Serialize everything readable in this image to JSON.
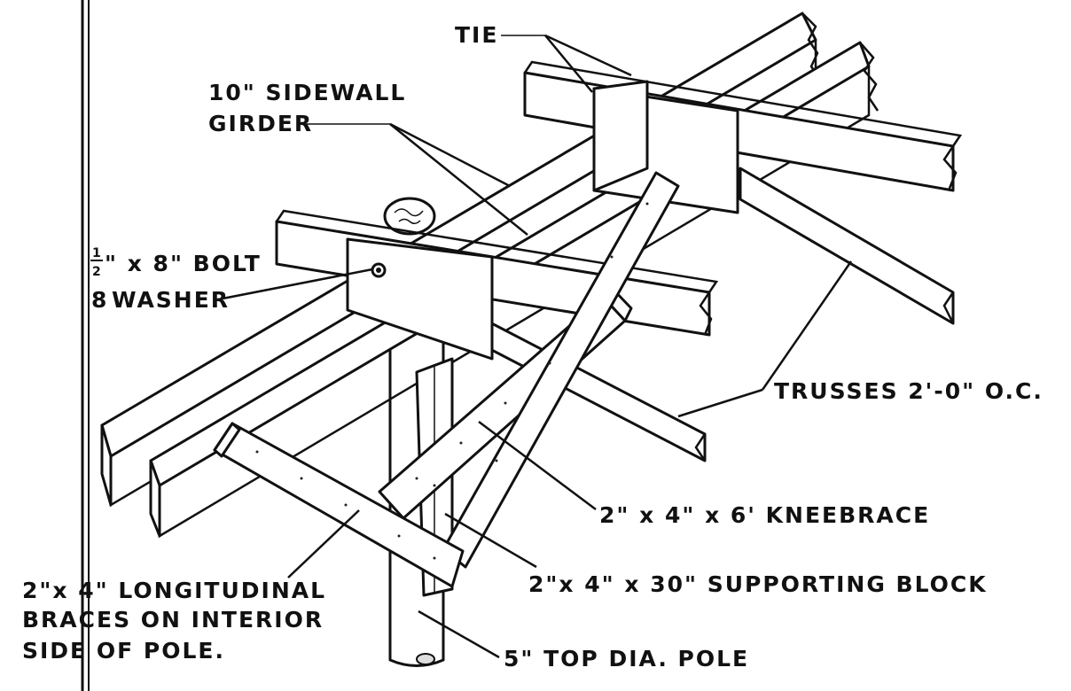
{
  "labels": {
    "tie": "TIE",
    "girder_line1": "10\" SIDEWALL",
    "girder_line2": "GIRDER",
    "bolt_line1": "\" x 8\"  BOLT",
    "bolt_line2": "WASHER",
    "bolt_fraction_num": "1",
    "bolt_fraction_den": "2",
    "bolt_amp": "8",
    "trusses": "TRUSSES  2'-0\" O.C.",
    "kneebrace": "2\" x 4\" x 6' KNEEBRACE",
    "supporting_block": "2\"x 4\" x 30\" SUPPORTING  BLOCK",
    "longitudinal_line1": "2\"x 4\" LONGITUDINAL",
    "longitudinal_line2": "BRACES ON INTERIOR",
    "longitudinal_line3": "SIDE  OF POLE.",
    "pole": "5\" TOP DIA. POLE"
  }
}
